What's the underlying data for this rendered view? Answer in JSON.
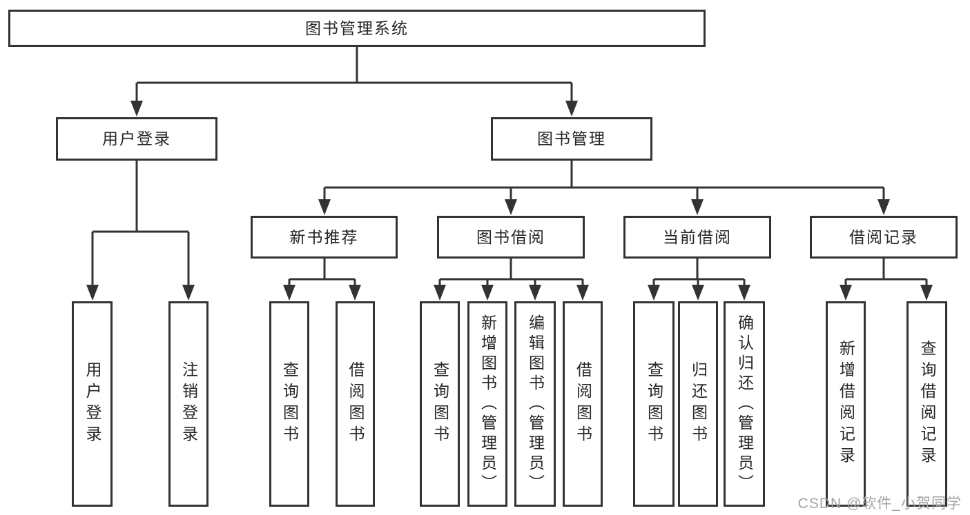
{
  "nodes": {
    "root": "图书管理系统",
    "user_login": "用户登录",
    "book_management": "图书管理",
    "new_book_recommendation": "新书推荐",
    "book_borrowing": "图书借阅",
    "current_borrowing": "当前借阅",
    "borrowing_records": "借阅记录",
    "leaf_user_login": "用户登录",
    "leaf_logout_login": "注销登录",
    "leaf_query_books_recommend": "查询图书",
    "leaf_borrow_books_recommend": "借阅图书",
    "leaf_query_books_borrow": "查询图书",
    "leaf_add_books_admin": "新增图书（管理员）",
    "leaf_edit_books_admin": "编辑图书（管理员）",
    "leaf_borrow_books_borrow": "借阅图书",
    "leaf_query_books_current": "查询图书",
    "leaf_return_books": "归还图书",
    "leaf_confirm_return_admin": "确认归还（管理员）",
    "leaf_add_borrow_record": "新增借阅记录",
    "leaf_query_borrow_record": "查询借阅记录"
  },
  "watermark": {
    "text": "CSDN @软件_小贺同学"
  },
  "colors": {
    "line": "#333333",
    "text": "#262626",
    "background": "#ffffff",
    "watermark": "#a3a3a3"
  }
}
